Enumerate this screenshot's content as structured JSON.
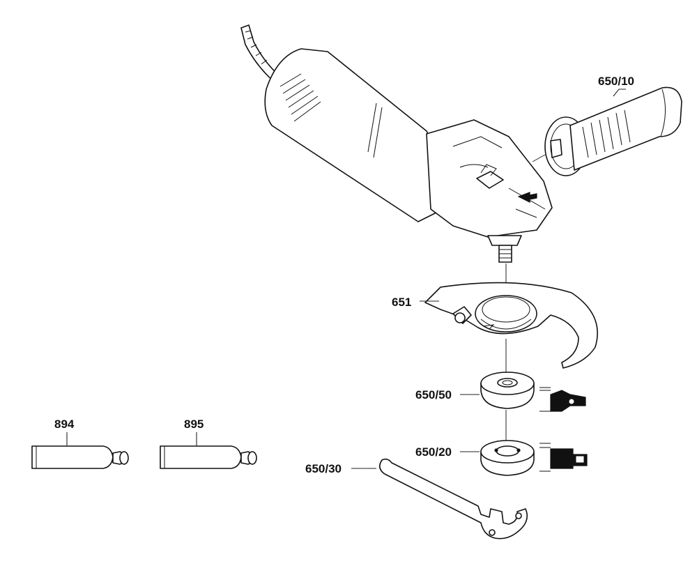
{
  "diagram": {
    "parts": [
      {
        "id": "handle",
        "label": "650/10"
      },
      {
        "id": "guard",
        "label": "651"
      },
      {
        "id": "inner-flange",
        "label": "650/50"
      },
      {
        "id": "clamp-nut",
        "label": "650/20"
      },
      {
        "id": "spanner",
        "label": "650/30"
      },
      {
        "id": "tube-894",
        "label": "894"
      },
      {
        "id": "tube-895",
        "label": "895"
      }
    ]
  }
}
